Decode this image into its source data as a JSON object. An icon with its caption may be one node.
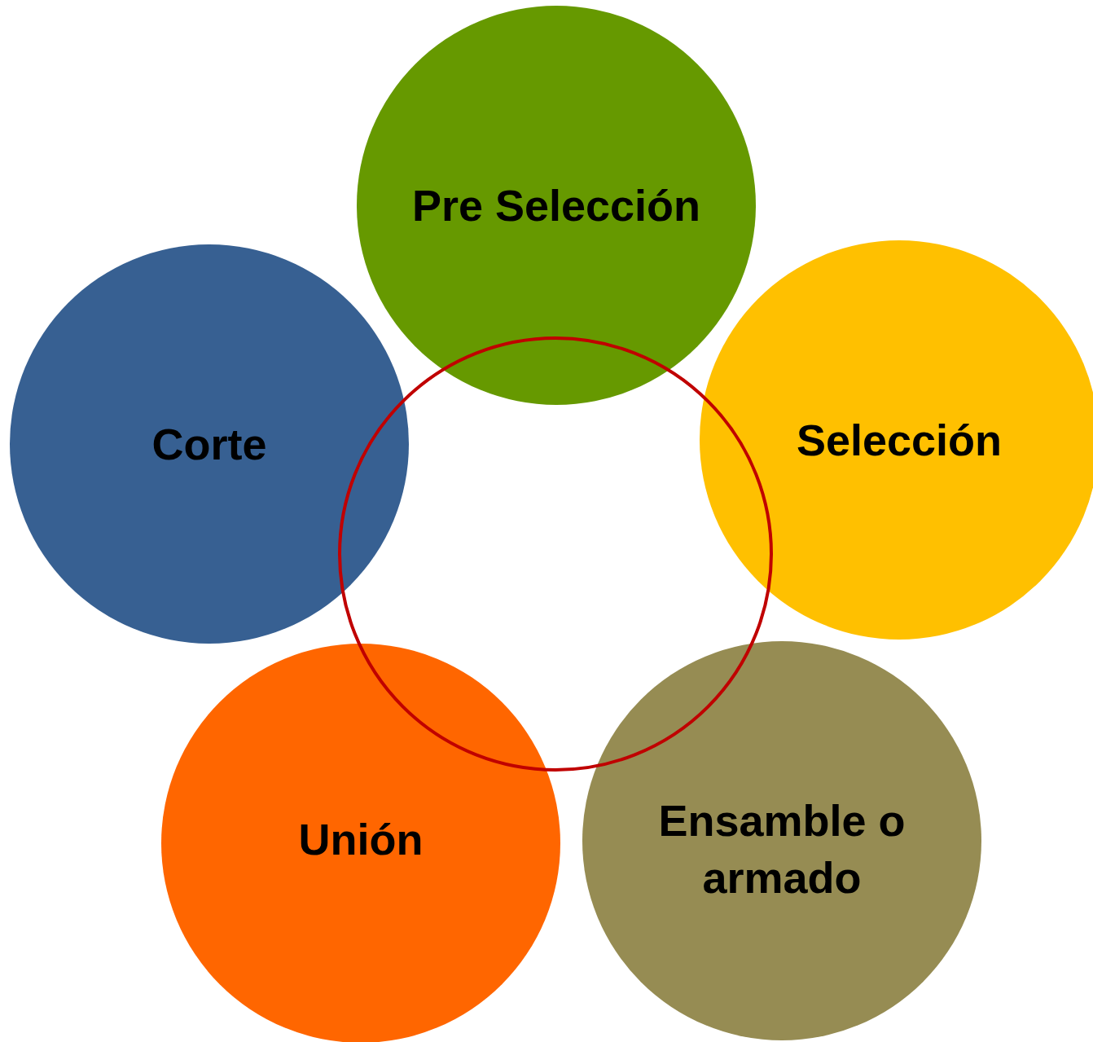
{
  "diagram": {
    "nodes": [
      {
        "text": [
          "Pre Selección"
        ]
      },
      {
        "text": [
          "Selección"
        ]
      },
      {
        "text": [
          "Ensamble o armado"
        ]
      },
      {
        "text": [
          "Unión"
        ]
      },
      {
        "text": [
          "Corte"
        ]
      },
      {
        "text": [],
        "shape": "circle"
      }
    ]
  }
}
